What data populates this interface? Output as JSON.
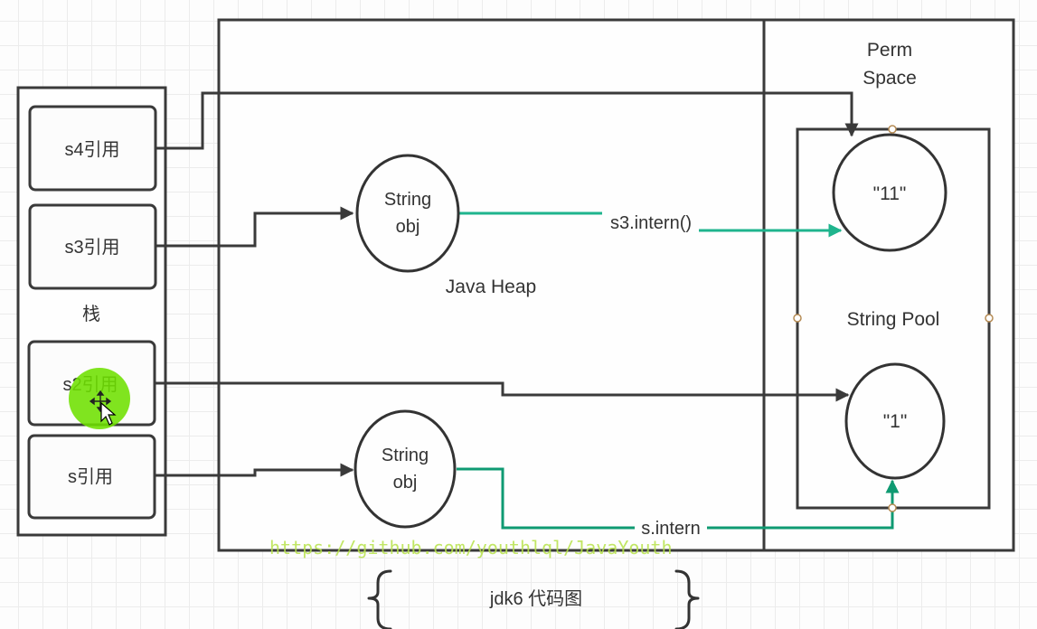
{
  "diagram": {
    "title": "jdk6 代码图",
    "stack": {
      "label": "栈",
      "refs": [
        {
          "id": "s4",
          "label": "s4引用"
        },
        {
          "id": "s3",
          "label": "s3引用"
        },
        {
          "id": "s2",
          "label": "s2引用"
        },
        {
          "id": "s",
          "label": "s引用"
        }
      ]
    },
    "heap": {
      "label": "Java Heap",
      "objects": [
        {
          "id": "obj1",
          "line1": "String",
          "line2": "obj"
        },
        {
          "id": "obj2",
          "line1": "String",
          "line2": "obj"
        }
      ]
    },
    "perm": {
      "label_line1": "Perm",
      "label_line2": "Space",
      "pool": {
        "label": "String Pool",
        "literals": [
          {
            "id": "lit11",
            "label": "\"11\""
          },
          {
            "id": "lit1",
            "label": "\"1\""
          }
        ]
      }
    },
    "edges": [
      {
        "from": "s4引用",
        "to": "\"11\"",
        "label": ""
      },
      {
        "from": "s3引用",
        "to": "String obj (1)",
        "label": ""
      },
      {
        "from": "String obj (1)",
        "to": "\"11\"",
        "label": "s3.intern()"
      },
      {
        "from": "s2引用",
        "to": "\"1\"",
        "label": ""
      },
      {
        "from": "s引用",
        "to": "String obj (2)",
        "label": ""
      },
      {
        "from": "String obj (2)",
        "to": "\"1\"",
        "label": "s.intern"
      }
    ],
    "colors": {
      "line": "#3a3a3a",
      "intern_edge": "#1fb48d",
      "cursor_highlight": "#6ee000",
      "watermark": "#b7e24a"
    },
    "watermark": "https://github.com/youthlql/JavaYouth"
  }
}
